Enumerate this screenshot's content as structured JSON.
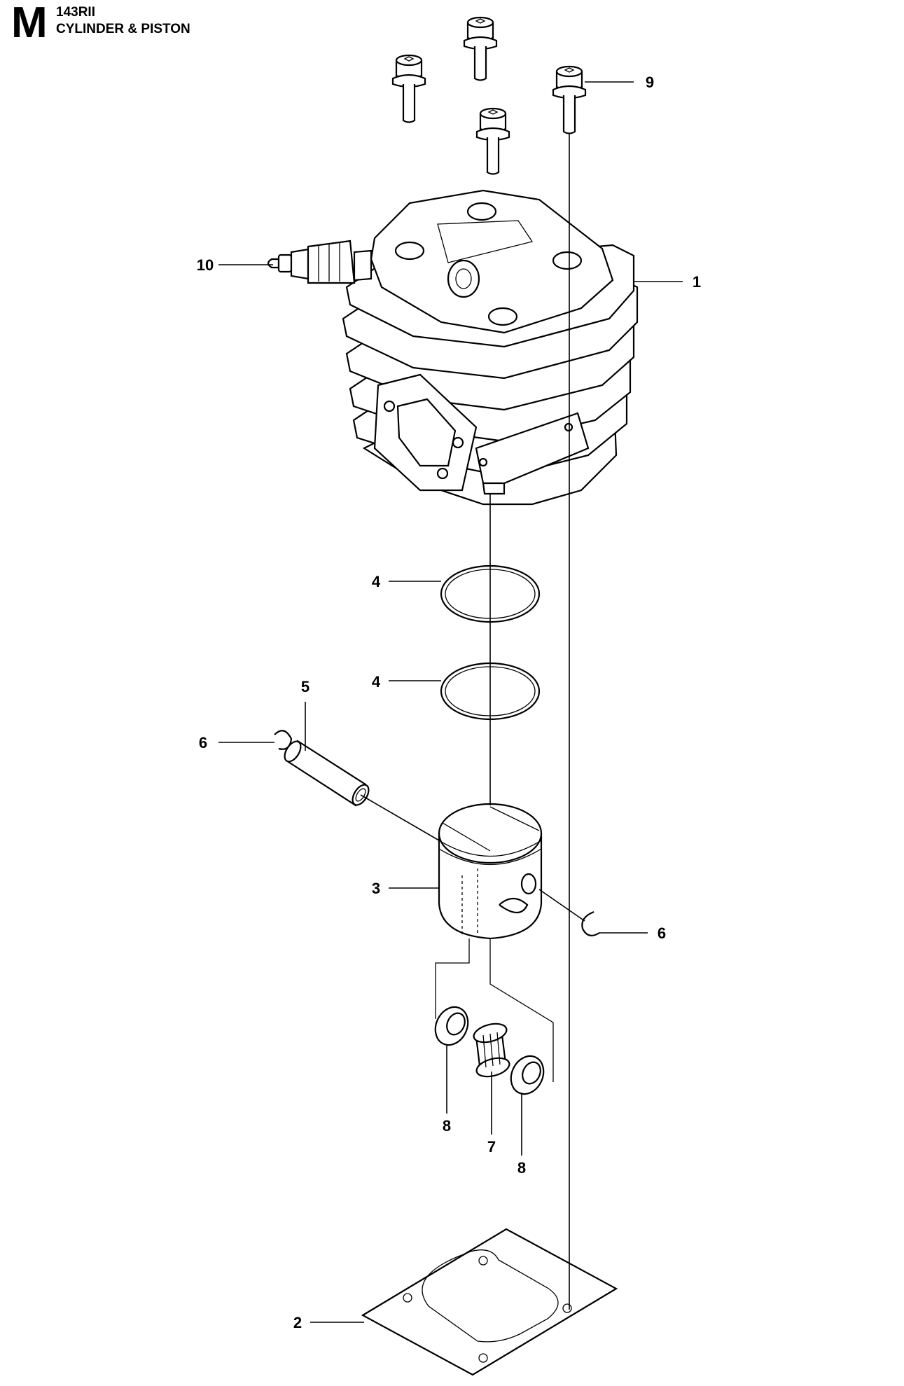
{
  "header": {
    "section_letter": "M",
    "model": "143RII",
    "title": "CYLINDER & PISTON"
  },
  "callouts": {
    "c1": "1",
    "c2": "2",
    "c3": "3",
    "c4a": "4",
    "c4b": "4",
    "c5": "5",
    "c6a": "6",
    "c6b": "6",
    "c7": "7",
    "c8a": "8",
    "c8b": "8",
    "c9": "9",
    "c10": "10"
  }
}
